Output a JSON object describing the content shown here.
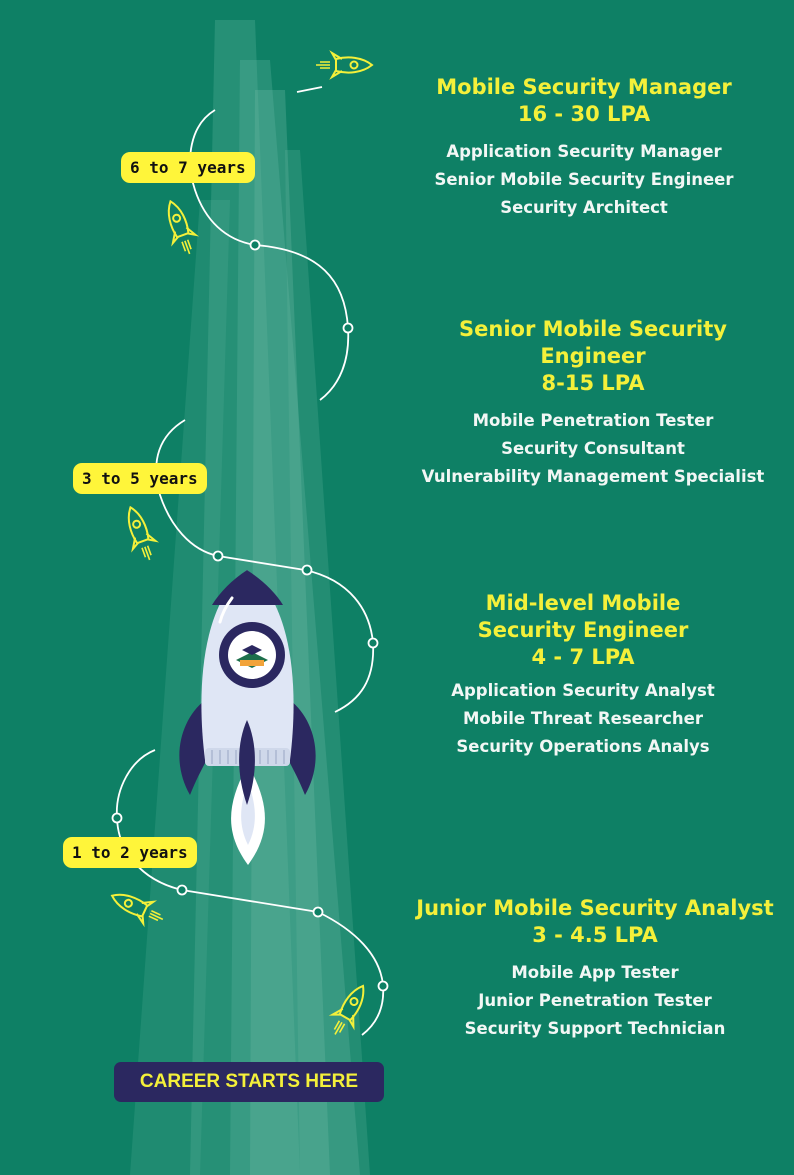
{
  "colors": {
    "background": "#0e8065",
    "heading": "#f4f03a",
    "badge": "#fff53a",
    "rocket_body": "#dfe6f5",
    "rocket_accent": "#2b2860"
  },
  "stages": [
    {
      "title": "Mobile Security Manager",
      "salary": "16 - 30 LPA",
      "roles": [
        "Application Security Manager",
        "Senior Mobile Security Engineer",
        "Security Architect"
      ]
    },
    {
      "title": "Senior Mobile Security Engineer",
      "salary": "8-15 LPA",
      "roles": [
        "Mobile Penetration Tester",
        "Security Consultant",
        "Vulnerability Management Specialist"
      ]
    },
    {
      "title": "Mid-level Mobile Security Engineer",
      "salary": "4 - 7 LPA",
      "roles": [
        "Application Security Analyst",
        "Mobile Threat Researcher",
        "Security Operations Analys"
      ]
    },
    {
      "title": "Junior Mobile Security Analyst",
      "salary": "3 - 4.5 LPA",
      "roles": [
        "Mobile App Tester",
        "Junior Penetration Tester",
        "Security Support Technician"
      ]
    }
  ],
  "milestones": [
    "6 to 7 years",
    "3 to 5 years",
    "1 to 2 years"
  ],
  "start_label": "CAREER STARTS HERE",
  "icons": [
    "rocket-icon",
    "small-rocket-icon",
    "graduation-logo-icon"
  ]
}
